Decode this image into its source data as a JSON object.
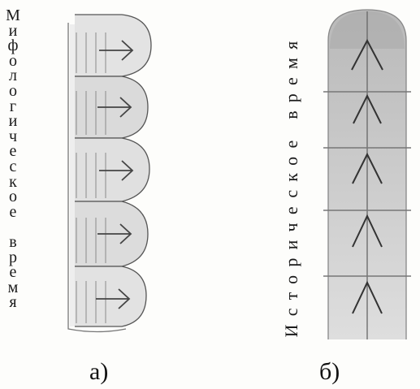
{
  "left_panel": {
    "vertical_label_line1": "Мифологическое",
    "vertical_label_line2": "время",
    "caption": "а)"
  },
  "right_panel": {
    "vertical_label": "Историческое время",
    "caption": "б)"
  },
  "colors": {
    "pencil": "#555555",
    "shading": "#c9c9c9",
    "paper": "#fdfdfb"
  }
}
